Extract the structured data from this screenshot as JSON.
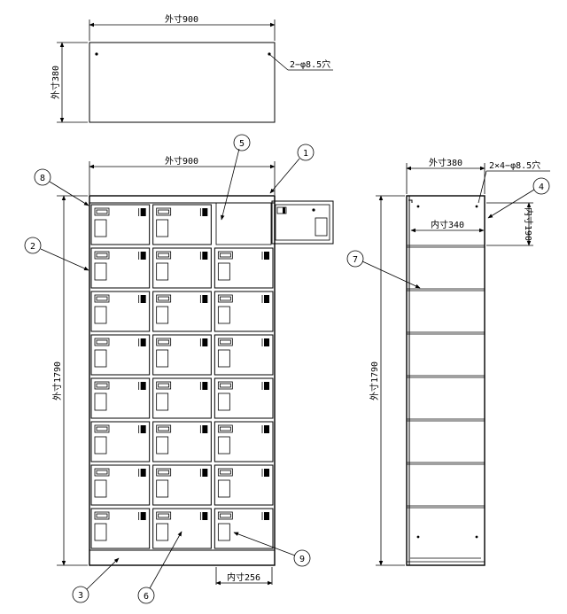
{
  "top_view": {
    "width_label": "外寸900",
    "depth_label": "外寸380",
    "hole_label": "2−φ8.5穴"
  },
  "front_view": {
    "width_label": "外寸900",
    "height_label": "外寸1790",
    "inner_width_label": "内寸256",
    "rows": 8,
    "columns": 3
  },
  "side_view": {
    "depth_label": "外寸380",
    "hole_label": "2×4−φ8.5穴",
    "inner_depth_label": "内寸340",
    "inner_height_label": "内寸190",
    "height_label": "外寸1790"
  },
  "callouts": [
    "1",
    "2",
    "3",
    "4",
    "5",
    "6",
    "7",
    "8",
    "9"
  ]
}
